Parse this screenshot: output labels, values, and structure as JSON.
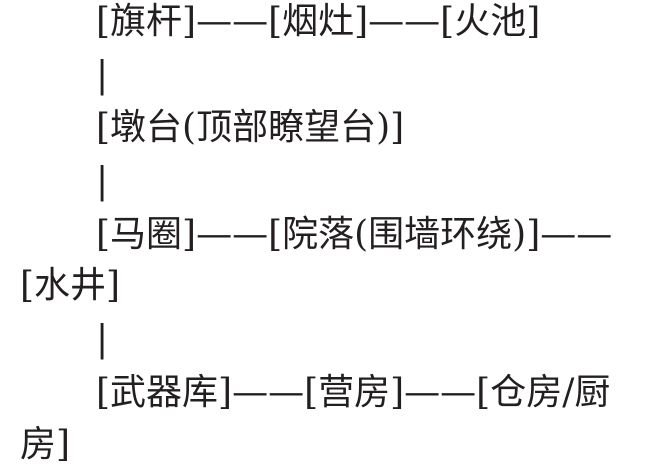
{
  "lines": [
    "[旗杆]——[烟灶]——[火池]",
    "|",
    "[墩台(顶部瞭望台)]",
    "|",
    "[马圈]——[院落(围墙环绕)]——",
    "[水井]",
    "|",
    "[武器库]——[营房]——[仓房/厨",
    "房]"
  ]
}
